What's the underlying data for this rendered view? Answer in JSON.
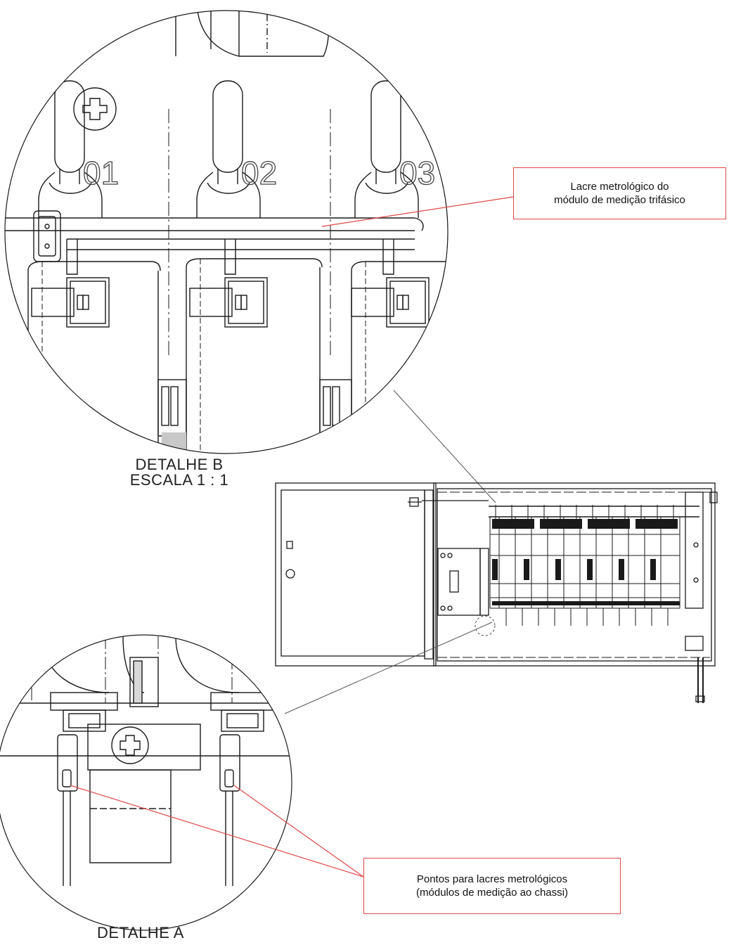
{
  "detail_b": {
    "title": "DETALHE B",
    "scale": "ESCALA 1 : 1",
    "phase_labels": [
      "01",
      "02",
      "03"
    ]
  },
  "detail_a": {
    "title": "DETALHE A"
  },
  "callouts": {
    "seal_module": {
      "line1": "Lacre metrológico do",
      "line2": "módulo de medição trifásico"
    },
    "seal_points": {
      "line1": "Pontos para lacres metrológicos",
      "line2": "(módulos de medição ao chassi)"
    }
  },
  "colors": {
    "line": "#1a1a1a",
    "callout_border": "#e04848",
    "leader": "#e04848"
  }
}
